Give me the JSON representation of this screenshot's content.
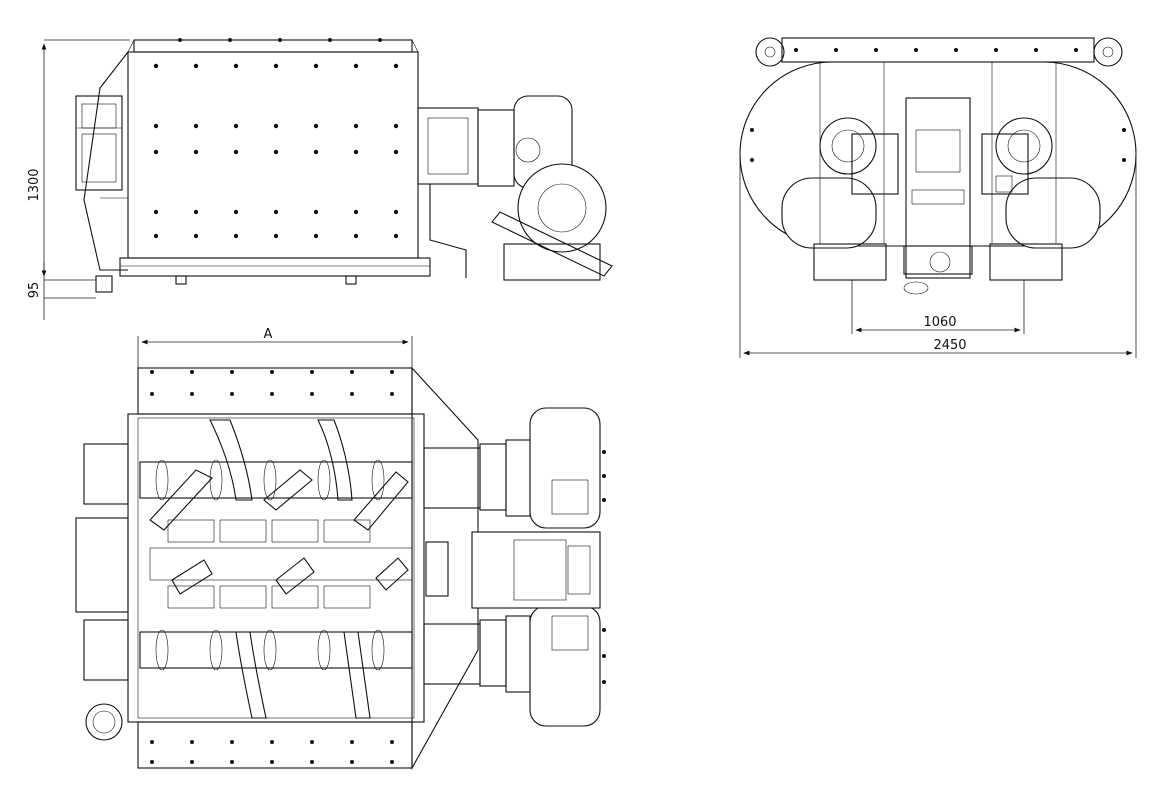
{
  "dimensions": {
    "side_height": "1300",
    "side_base": "95",
    "top_width": "A",
    "front_inner": "1060",
    "front_overall": "2450"
  },
  "views": [
    "side-elevation",
    "front-elevation",
    "top-plan"
  ]
}
